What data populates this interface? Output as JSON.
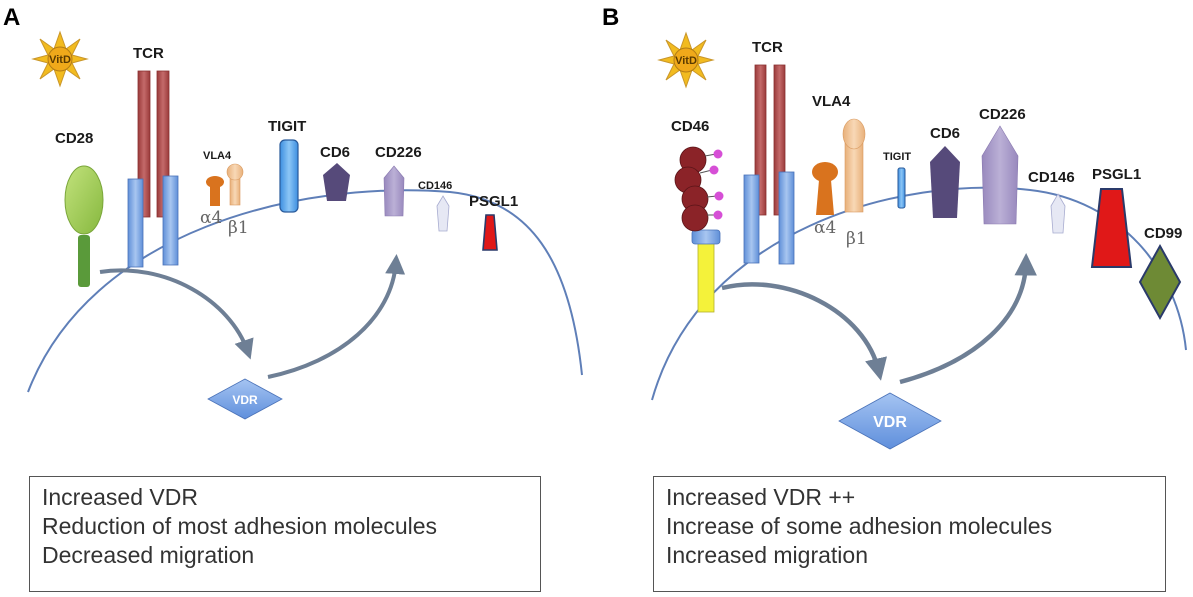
{
  "panel_a": {
    "letter": "A",
    "vitd_label": "VitD",
    "molecules": {
      "tcr": "TCR",
      "cd28": "CD28",
      "vla4": "VLA4",
      "alpha4": "α4",
      "beta1": "β1",
      "tigit": "TIGIT",
      "cd6": "CD6",
      "cd226": "CD226",
      "cd146": "CD146",
      "psgl1": "PSGL1"
    },
    "vdr_label": "VDR",
    "summary": [
      "Increased VDR",
      "Reduction of most adhesion molecules",
      "Decreased migration"
    ]
  },
  "panel_b": {
    "letter": "B",
    "vitd_label": "VitD",
    "molecules": {
      "tcr": "TCR",
      "cd46": "CD46",
      "vla4": "VLA4",
      "alpha4": "α4",
      "beta1": "β1",
      "tigit": "TIGIT",
      "cd6": "CD6",
      "cd226": "CD226",
      "cd146": "CD146",
      "psgl1": "PSGL1",
      "cd99": "CD99"
    },
    "vdr_label": "VDR",
    "summary": [
      "Increased VDR ++",
      "Increase of some adhesion molecules",
      "Increased migration"
    ]
  },
  "colors": {
    "membrane": "#5f7fb8",
    "tcr": "#b04f4f",
    "chain": "#7ea6e0",
    "cd28_head": "#a6d05a",
    "cd28_stem": "#5a9a3a",
    "alpha4": "#d9731e",
    "beta1": "#f2c49a",
    "tigit": "#5aa6ea",
    "cd6": "#564a7a",
    "cd226": "#a99ac8",
    "cd146": "#e6e8f4",
    "psgl1": "#e01818",
    "cd46_bead": "#8b2328",
    "cd46_stem": "#f4f23a",
    "cd99": "#6e8a35",
    "vdr": "#7aa5e8",
    "arrow": "#6e7f95",
    "vitd_sun": "#f2bb1f"
  }
}
